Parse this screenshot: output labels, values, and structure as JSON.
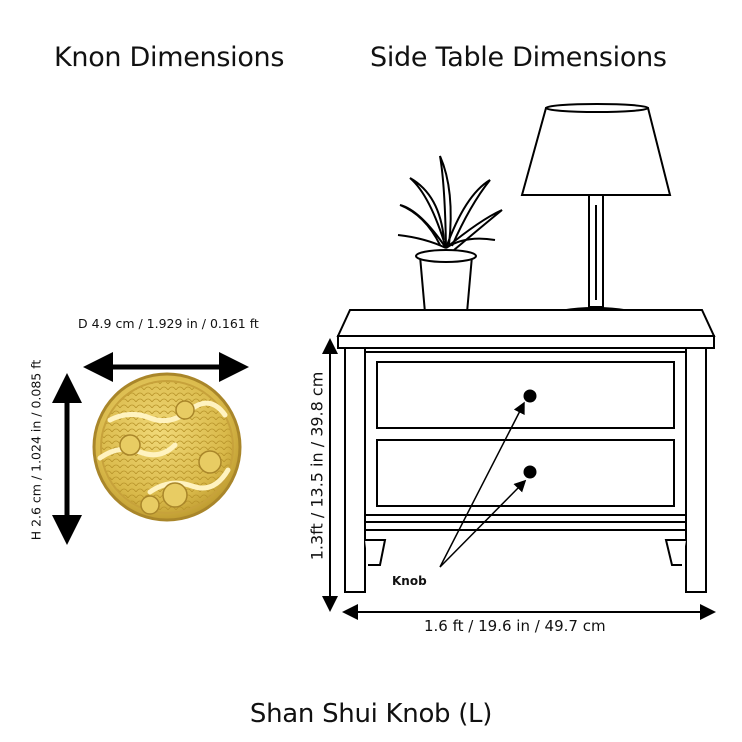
{
  "headings": {
    "knob": "Knon Dimensions",
    "side_table": "Side Table Dimensions"
  },
  "knob": {
    "diameter_label": "D 4.9 cm / 1.929 in / 0.161 ft",
    "height_label": "H 2.6 cm / 1.024 in / 0.085 ft",
    "face_color": "#d9b94a",
    "rim_color": "#b8942a",
    "motif": "clouds"
  },
  "side_table": {
    "height_label": "1.3ft / 13.5 in / 39.8 cm",
    "width_label": "1.6 ft / 19.6 in / 49.7 cm",
    "callout_label": "Knob",
    "drawer_count": 2
  },
  "product_title": "Shan Shui Knob (L)",
  "icons": {
    "arrows": "double-headed-arrow",
    "plant": "potted-plant-icon",
    "lamp": "table-lamp-icon"
  }
}
